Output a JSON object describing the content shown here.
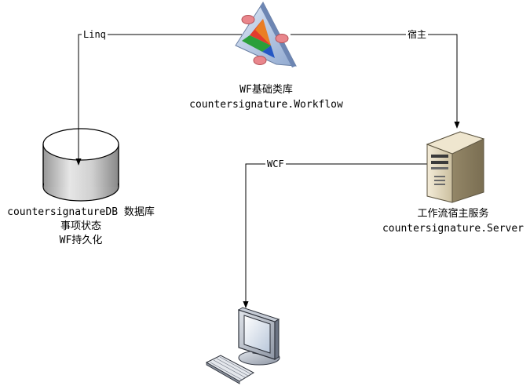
{
  "nodes": {
    "workflow": {
      "line1": "WF基础类库",
      "line2": "countersignature.Workflow",
      "icon": "workflow-library-icon"
    },
    "database": {
      "line1": "countersignatureDB 数据库",
      "line2": "事项状态",
      "line3": "WF持久化",
      "icon": "database-icon"
    },
    "server": {
      "line1": "工作流宿主服务",
      "line2": "countersignature.Server",
      "icon": "server-icon"
    },
    "client": {
      "icon": "desktop-computer-icon"
    }
  },
  "edges": {
    "linq": {
      "label": "Linq",
      "from": "workflow",
      "to": "database"
    },
    "host": {
      "label": "宿主",
      "from": "workflow",
      "to": "server"
    },
    "wcf": {
      "label": "WCF",
      "from": "server",
      "to": "client"
    }
  }
}
